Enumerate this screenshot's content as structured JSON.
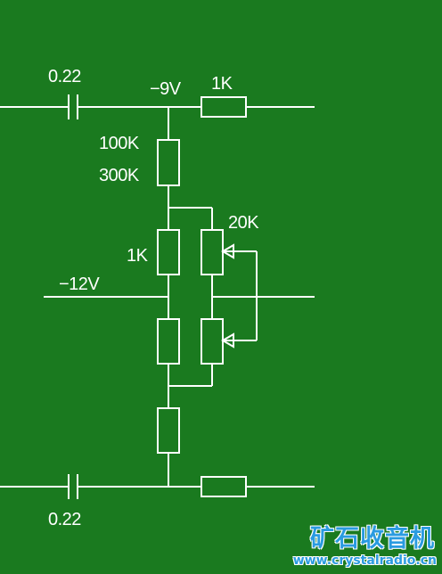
{
  "labels": {
    "cap_top": "0.22",
    "voltage_top": "−9V",
    "res_top_right": "1K",
    "res_upper_1": "100K",
    "res_upper_2": "300K",
    "pot": "20K",
    "res_mid": "1K",
    "voltage_mid": "−12V",
    "cap_bottom": "0.22"
  },
  "watermark": {
    "title": "矿石收音机",
    "url": "www.crystalradio.cn"
  },
  "colors": {
    "background": "#1a7a1f",
    "line": "#ffffff",
    "watermark": "#2a9be0"
  }
}
